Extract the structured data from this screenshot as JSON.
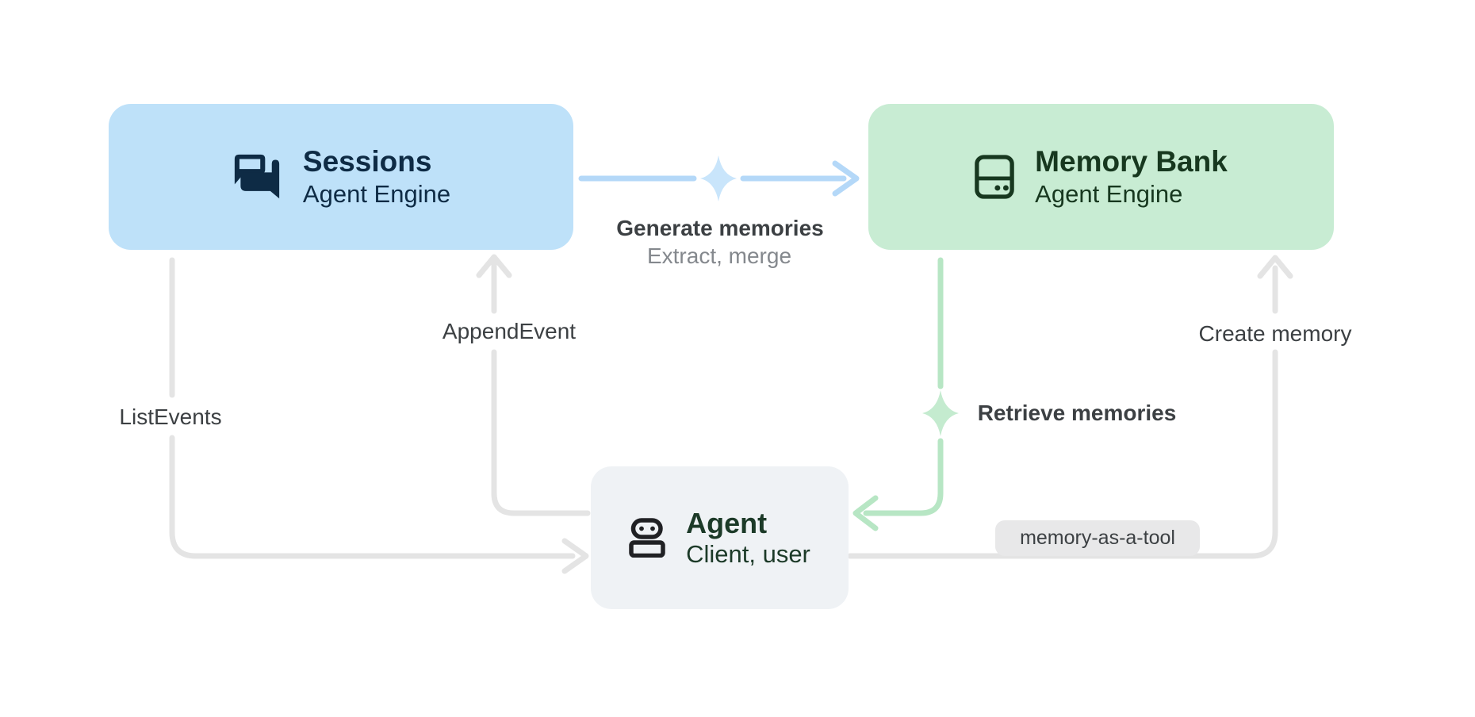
{
  "diagram": {
    "nodes": {
      "sessions": {
        "title": "Sessions",
        "subtitle": "Agent Engine",
        "icon": "chat-bubbles-icon",
        "fill": "#BEE1F9",
        "ink": "#0E2B45"
      },
      "memory_bank": {
        "title": "Memory Bank",
        "subtitle": "Agent Engine",
        "icon": "storage-icon",
        "fill": "#C8ECD3",
        "ink": "#17381F"
      },
      "agent": {
        "title": "Agent",
        "subtitle": "Client, user",
        "icon": "robot-icon",
        "fill": "#EFF2F5",
        "ink": "#1C3A28"
      }
    },
    "edges": {
      "generate_memories": {
        "label": "Generate memories",
        "sublabel": "Extract, merge",
        "from": "sessions",
        "to": "memory_bank",
        "color": "#B4D8F8",
        "marker": "sparkle-icon"
      },
      "append_event": {
        "label": "AppendEvent",
        "from": "agent",
        "to": "sessions",
        "color": "#E4E4E4"
      },
      "list_events": {
        "label": "ListEvents",
        "from": "sessions",
        "to": "agent",
        "color": "#E4E4E4"
      },
      "retrieve_memories": {
        "label": "Retrieve memories",
        "from": "memory_bank",
        "to": "agent",
        "color": "#B7E6C4",
        "marker": "sparkle-icon"
      },
      "create_memory": {
        "label": "Create memory",
        "badge": "memory-as-a-tool",
        "from": "agent",
        "to": "memory_bank",
        "color": "#E4E4E4"
      }
    },
    "colors": {
      "background": "#FFFFFF",
      "label_ink": "#3C4043",
      "sublabel_ink": "#84888D",
      "badge_fill": "#E8E8E9",
      "connector_gray": "#E4E4E4",
      "connector_blue": "#B4D8F8",
      "sparkle_blue": "#C9E5FB",
      "connector_green": "#B7E6C4",
      "sparkle_green": "#C4EBCF"
    }
  }
}
